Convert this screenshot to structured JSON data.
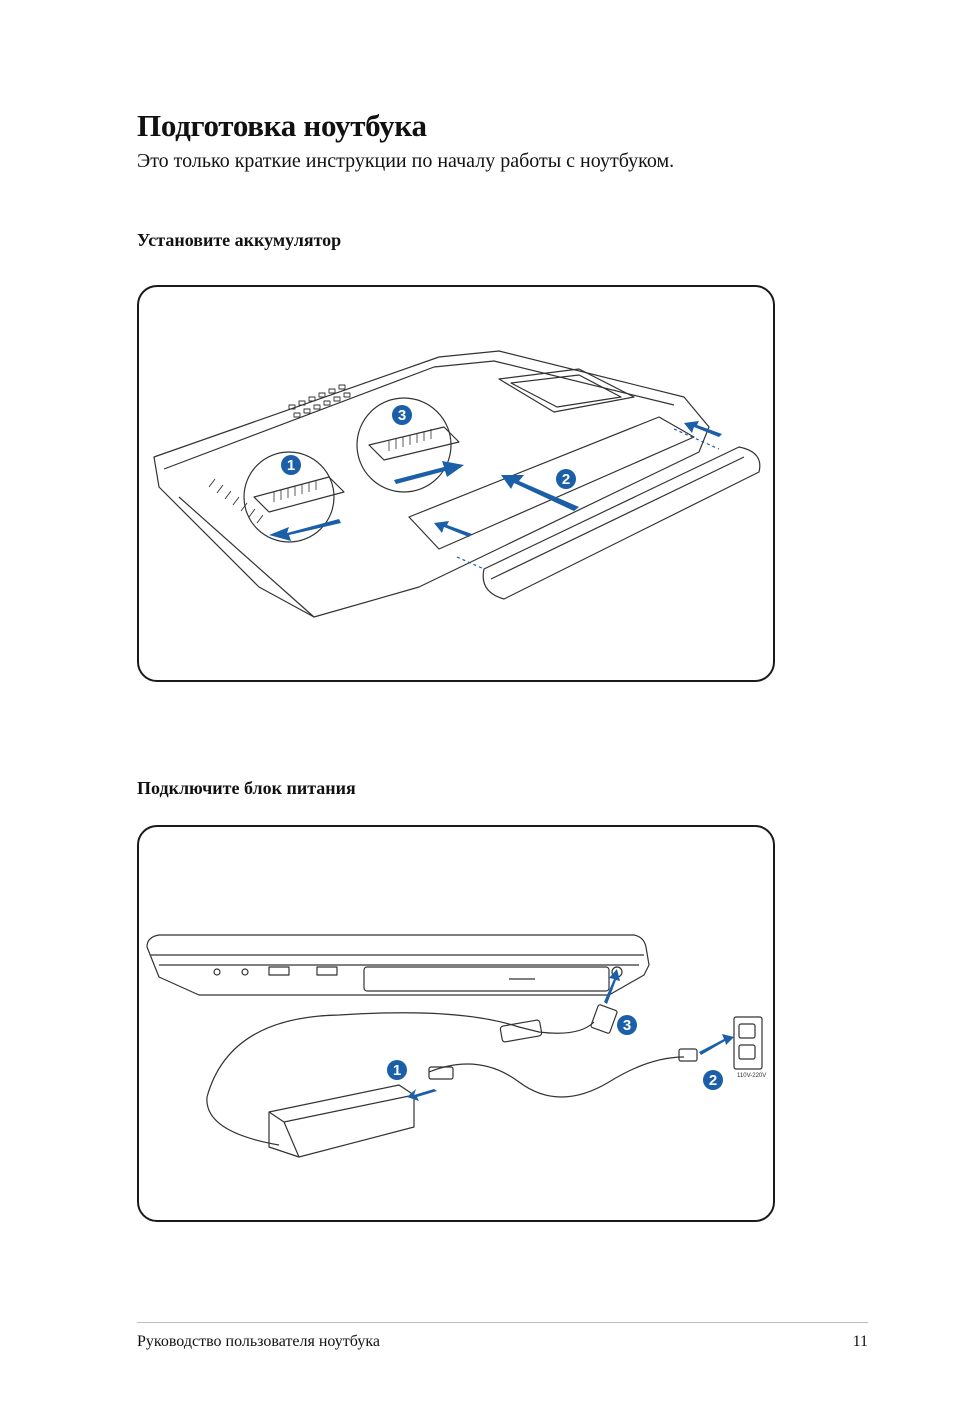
{
  "header": {
    "title": "Подготовка ноутбука",
    "subtitle": "Это только краткие инструкции по началу работы с ноутбуком."
  },
  "sections": [
    {
      "heading": "Установите аккумулятор",
      "figure": {
        "steps": [
          "1",
          "2",
          "3"
        ]
      }
    },
    {
      "heading": "Подключите блок питания",
      "figure": {
        "steps": [
          "1",
          "2",
          "3"
        ],
        "outlet_label": "110V-220V"
      }
    }
  ],
  "footer": {
    "text": "Руководство пользователя ноутбука",
    "page_number": "11"
  },
  "colors": {
    "step_badge": "#1a5fa8",
    "arrow": "#1a5fa8",
    "line": "#333333"
  }
}
